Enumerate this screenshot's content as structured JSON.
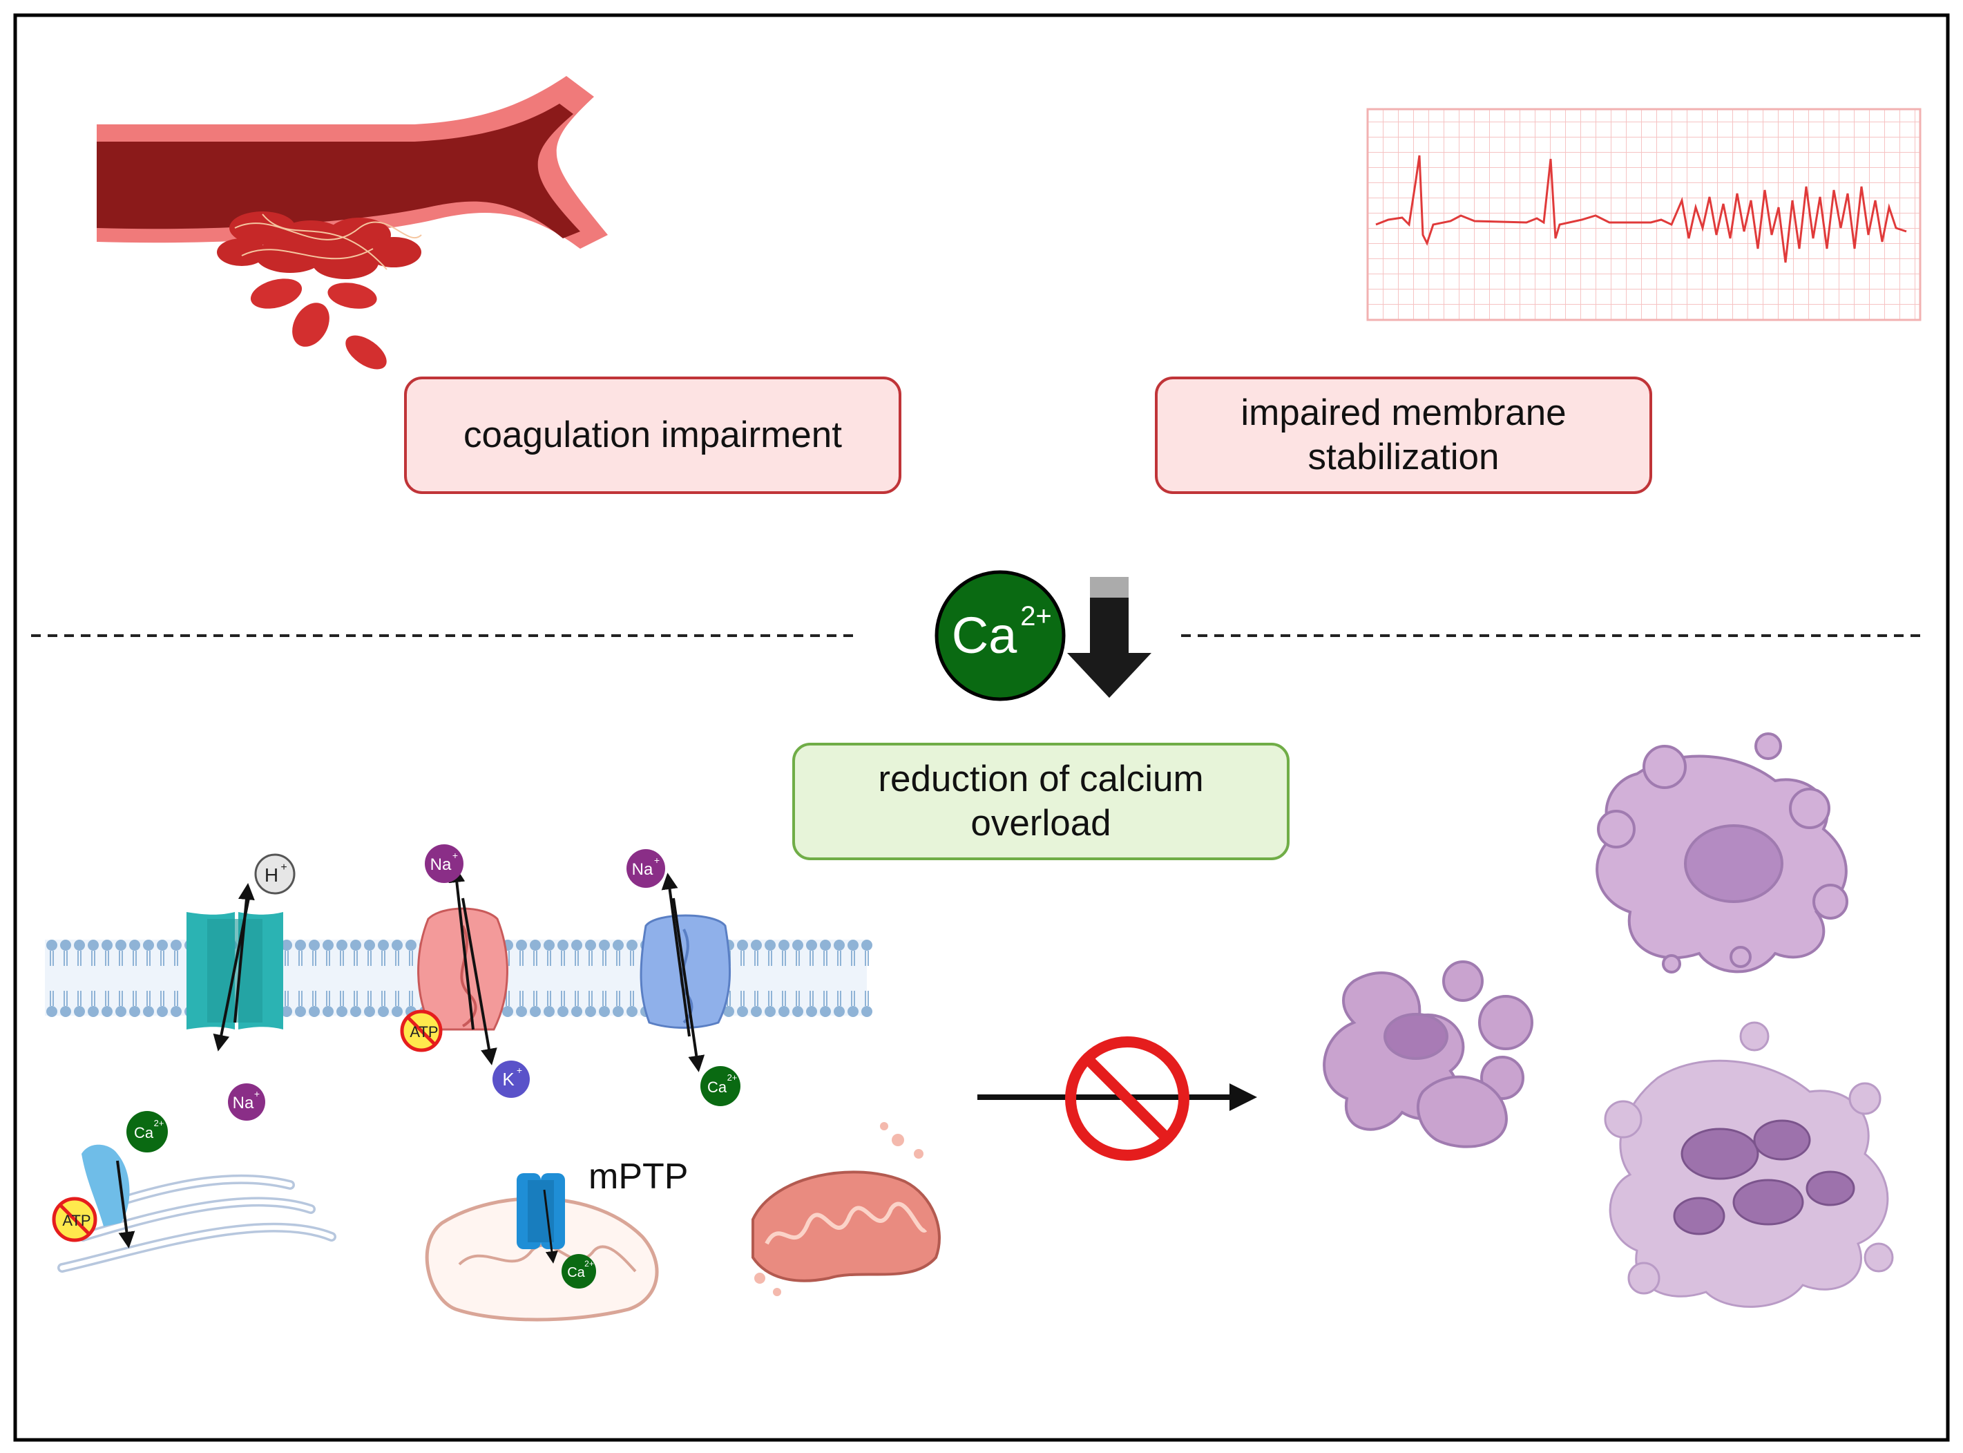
{
  "boxes": {
    "coagulation": "coagulation impairment",
    "membrane": "impaired membrane\nstabilization",
    "calcium": "reduction of calcium\noverload"
  },
  "ions": {
    "ca_main": "Ca",
    "ca_main_charge": "2+",
    "h": "H",
    "na": "Na",
    "k": "K",
    "ca": "Ca",
    "plus": "+",
    "two_plus": "2+"
  },
  "labels": {
    "atp": "ATP",
    "mptp": "mPTP"
  },
  "colors": {
    "frame": "#000000",
    "pink_fill": "#fde3e3",
    "pink_border": "#c03438",
    "green_fill": "#e7f4d9",
    "green_border": "#70ad47",
    "calcium_green": "#0a6a12",
    "blood_dark": "#8b1a1a",
    "ecg_line": "#e03a3a",
    "ecg_grid": "#f6c3c3",
    "membrane_blue": "#8fb3d6",
    "teal_channel": "#2bb3b3",
    "pink_channel": "#f39a9a",
    "blue_channel": "#8fb0ea",
    "prohibit_red": "#e51d1d",
    "cell_purple": "#c9a3cf"
  },
  "icons": {
    "blood_vessel": "blood-vessel-clot-icon",
    "ecg": "ecg-strip-icon",
    "prohibit": "prohibition-icon",
    "mitochondrion": "mitochondrion-icon",
    "er": "endoplasmic-reticulum-icon"
  }
}
